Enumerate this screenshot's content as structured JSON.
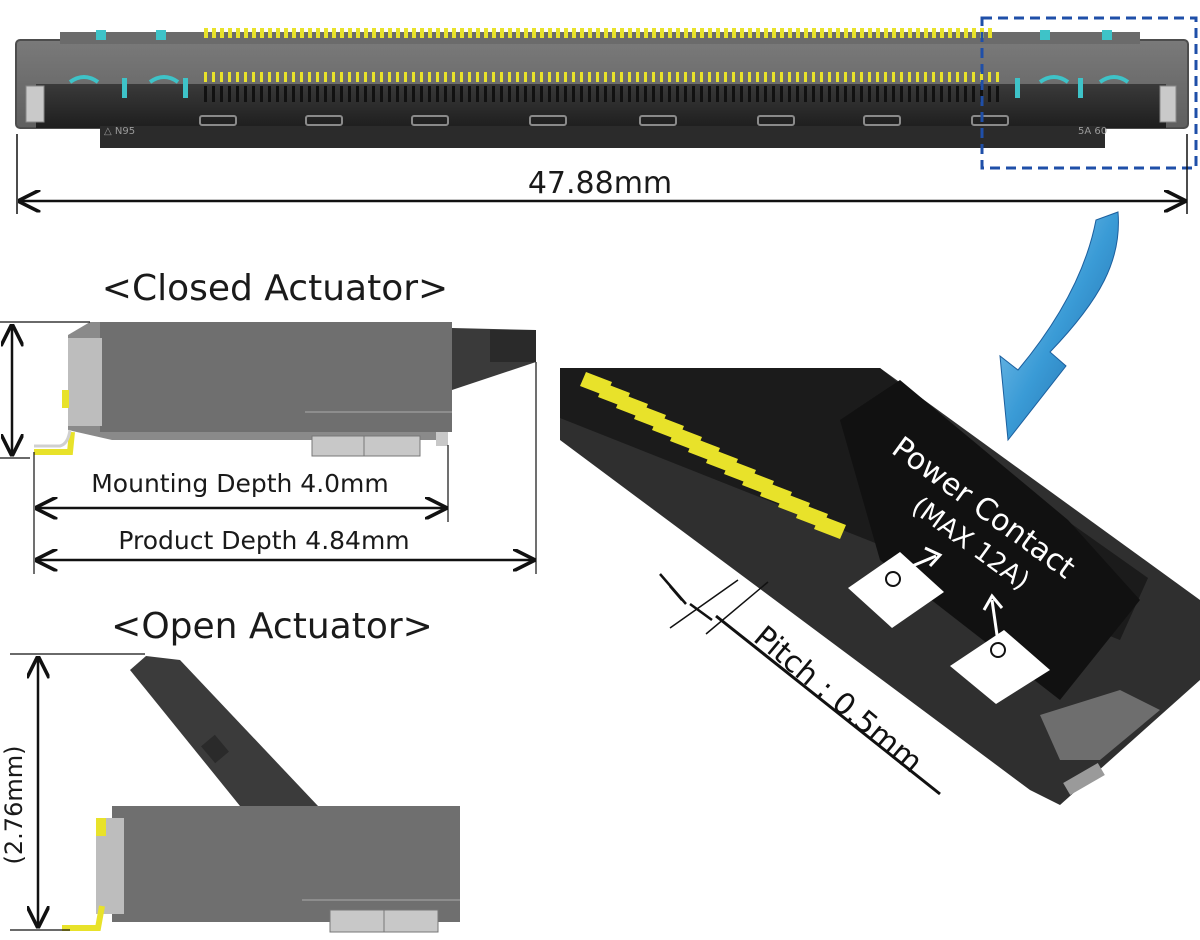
{
  "top_view": {
    "width_label": "47.88mm",
    "left_marking": "△ N95",
    "right_marking": "5A 60"
  },
  "closed_actuator": {
    "title": "<Closed Actuator>",
    "mounting_depth_label": "Mounting Depth 4.0mm",
    "product_depth_label": "Product Depth 4.84mm"
  },
  "open_actuator": {
    "title": "<Open Actuator>",
    "height_label": "(2.76mm)"
  },
  "detail_view": {
    "power_contact_label": "Power Contact",
    "power_rating_label": "(MAX 12A)",
    "pitch_label": "Pitch : 0.5mm"
  },
  "colors": {
    "pin_yellow": "#e8e22a",
    "latch_teal": "#3ec3c8",
    "body_dark": "#2a2a2a",
    "body_gray": "#6e6e6e",
    "zoom_box_blue": "#1f4fa8",
    "arrow_blue": "#2e86c1"
  }
}
